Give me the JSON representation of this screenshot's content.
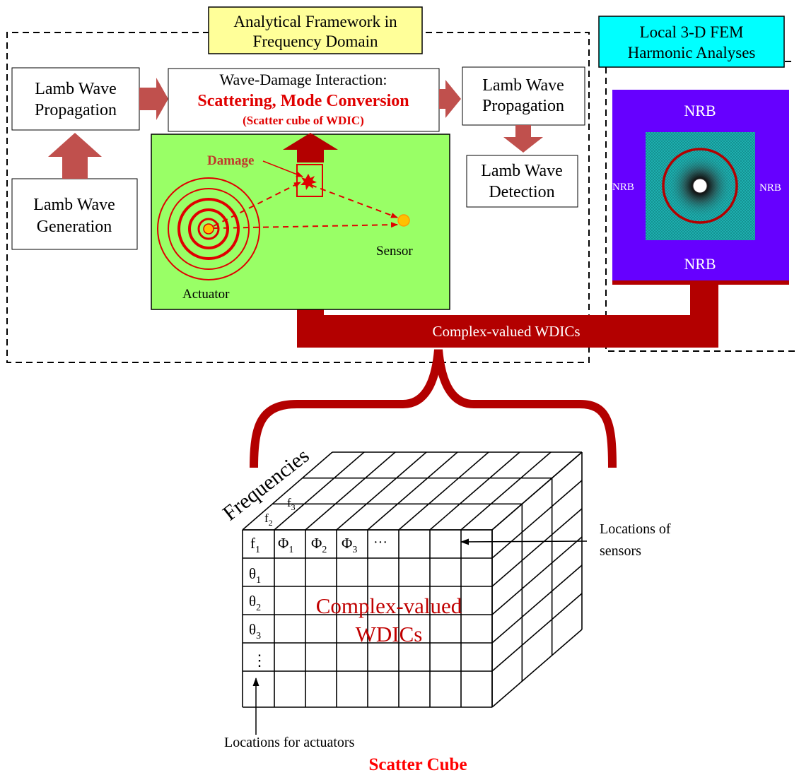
{
  "framework": {
    "title_line1": "Analytical Framework in",
    "title_line2": "Frequency Domain",
    "title_bg": "#ffff99"
  },
  "fem": {
    "title_line1": "Local 3-D FEM",
    "title_line2": "Harmonic Analyses",
    "title_bg": "#00ffff",
    "panel_color": "#6600ff",
    "nrb_top": "NRB",
    "nrb_bottom": "NRB",
    "nrb_left": "NRB",
    "nrb_right": "NRB"
  },
  "boxes": {
    "propagation_left_l1": "Lamb Wave",
    "propagation_left_l2": "Propagation",
    "generation_l1": "Lamb Wave",
    "generation_l2": "Generation",
    "interaction_l1": "Wave-Damage Interaction:",
    "interaction_l2": "Scattering, Mode Conversion",
    "interaction_l3": "(Scatter cube of WDIC)",
    "propagation_right_l1": "Lamb Wave",
    "propagation_right_l2": "Propagation",
    "detection_l1": "Lamb Wave",
    "detection_l2": "Detection"
  },
  "plate": {
    "damage_label": "Damage",
    "actuator_label": "Actuator",
    "sensor_label": "Sensor",
    "plate_color": "#99ff66"
  },
  "link_label": "Complex-valued WDICs",
  "cube": {
    "axis_frequencies": "Frequencies",
    "f1": "f",
    "f1_sub": "1",
    "f2": "f",
    "f2_sub": "2",
    "f3": "f",
    "f3_sub": "3",
    "phi1": "Φ",
    "phi1_sub": "1",
    "phi2": "Φ",
    "phi2_sub": "2",
    "phi3": "Φ",
    "phi3_sub": "3",
    "phi_more": "···",
    "theta1": "θ",
    "theta1_sub": "1",
    "theta2": "θ",
    "theta2_sub": "2",
    "theta3": "θ",
    "theta3_sub": "3",
    "theta_more": "⋮",
    "center_l1": "Complex-valued",
    "center_l2": "WDICs",
    "sensors_l1": "Locations of",
    "sensors_l2": "sensors",
    "actuators": "Locations for actuators",
    "caption": "Scatter Cube"
  },
  "colors": {
    "dark_red": "#b30000",
    "red": "#ff0000",
    "arrow_salmon": "#c0504d",
    "text_red": "#e00000"
  }
}
